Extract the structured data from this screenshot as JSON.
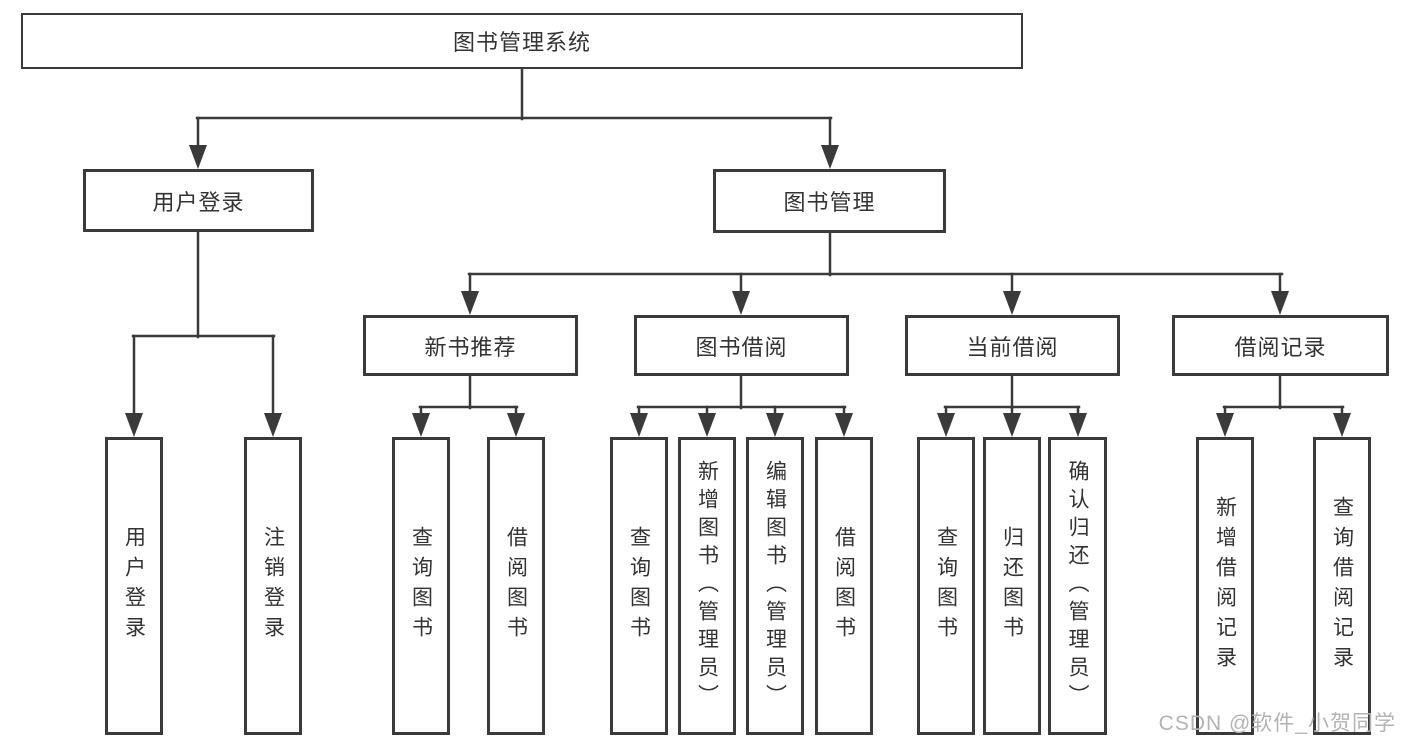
{
  "diagram": {
    "root": {
      "label": "图书管理系统"
    },
    "level2": {
      "user_login": {
        "label": "用户登录"
      },
      "book_mgmt": {
        "label": "图书管理"
      }
    },
    "level3": {
      "new_books": {
        "label": "新书推荐"
      },
      "book_borrow": {
        "label": "图书借阅"
      },
      "current_borrow": {
        "label": "当前借阅"
      },
      "borrow_records": {
        "label": "借阅记录"
      }
    },
    "leaves": {
      "user_login": {
        "label": "用户登录"
      },
      "logout": {
        "label": "注销登录"
      },
      "nb_query_books": {
        "label": "查询图书"
      },
      "nb_borrow_books": {
        "label": "借阅图书"
      },
      "bb_query_books": {
        "label": "查询图书"
      },
      "bb_add_books": {
        "label": "新增图书（管理员）"
      },
      "bb_edit_books": {
        "label": "编辑图书（管理员）"
      },
      "bb_borrow_books": {
        "label": "借阅图书"
      },
      "cb_query_books": {
        "label": "查询图书"
      },
      "cb_return_books": {
        "label": "归还图书"
      },
      "cb_confirm_return": {
        "label": "确认归还（管理员）"
      },
      "br_add_record": {
        "label": "新增借阅记录"
      },
      "br_query_record": {
        "label": "查询借阅记录"
      }
    }
  },
  "watermark": {
    "text": "CSDN @软件_小贺同学"
  },
  "colors": {
    "line": "#3a3a3a",
    "text": "#333333",
    "background": "#ffffff",
    "watermark": "#b3b3b3"
  }
}
